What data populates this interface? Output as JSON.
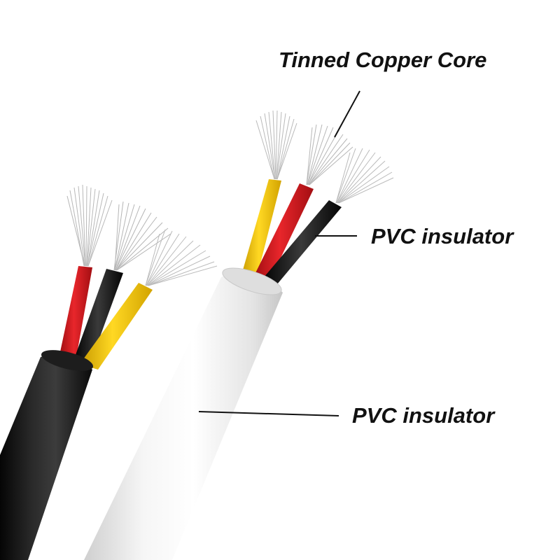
{
  "labels": {
    "core": "Tinned Copper Core",
    "wire_insulator": "PVC insulator",
    "sheath_insulator": "PVC insulator"
  },
  "colors": {
    "background": "#ffffff",
    "black_sheath": "#151515",
    "white_sheath": "#ececec",
    "red_wire": "#d4161b",
    "yellow_wire": "#f3c400",
    "black_wire": "#141414",
    "copper_strands": "#b9b9b9",
    "label_text": "#111111"
  }
}
